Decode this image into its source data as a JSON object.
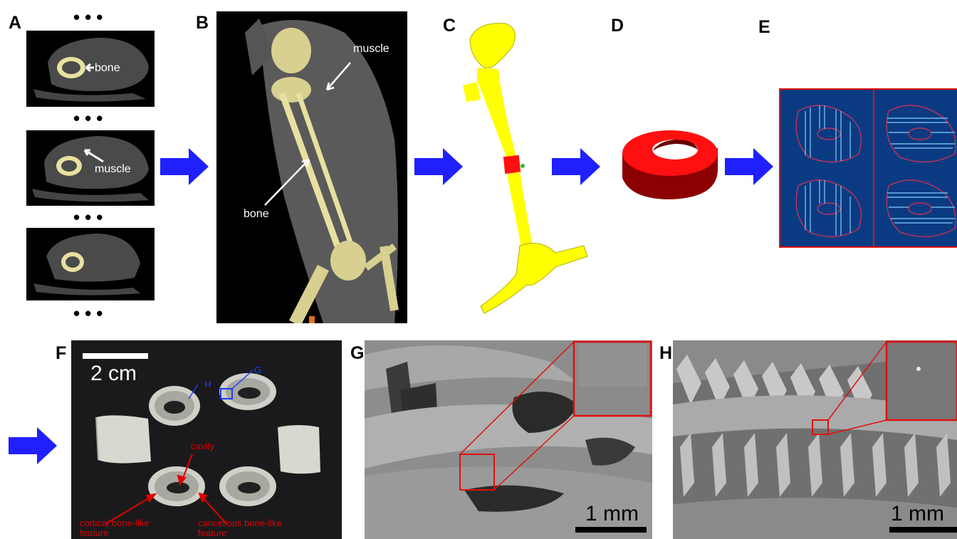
{
  "panels": {
    "a": {
      "label": "A",
      "ann_bone": "bone",
      "ann_muscle": "muscle",
      "ellipsis": "•••"
    },
    "b": {
      "label": "B",
      "ann_muscle": "muscle",
      "ann_bone": "bone"
    },
    "c": {
      "label": "C"
    },
    "d": {
      "label": "D"
    },
    "e": {
      "label": "E"
    },
    "f": {
      "label": "F",
      "scale": "2 cm",
      "marker_h": "H",
      "marker_g": "G",
      "cavity": "cavity",
      "cortical_1": "cortical bone-like",
      "cortical_2": "feature",
      "cancellous_1": "cancellous bone-like",
      "cancellous_2": "feature"
    },
    "g": {
      "label": "G",
      "scale": "1 mm"
    },
    "h": {
      "label": "H",
      "scale": "1 mm"
    }
  },
  "colors": {
    "arrow": "#2020ff",
    "bone": "#e8e0a0",
    "model": "#ffff00",
    "ring": "#ff1010",
    "path_bg": "#0a3b82",
    "frame": "#e01010"
  }
}
